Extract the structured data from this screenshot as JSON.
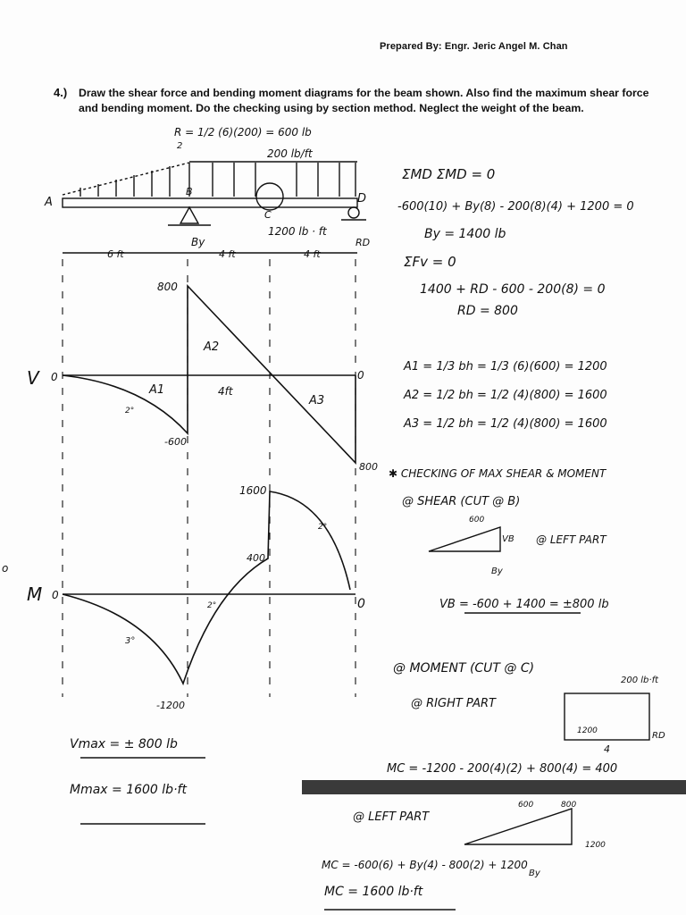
{
  "header": {
    "prepared_by": "Prepared By: Engr. Jeric Angel M. Chan"
  },
  "problem": {
    "number": "4.)",
    "text": "Draw the shear force and bending moment diagrams for the beam shown. Also find the maximum shear force and bending moment. Do the checking using by section method. Neglect the weight of the beam."
  },
  "beam": {
    "load": "200 lb/ft",
    "couple": "1200 lb · ft",
    "resultant_note": "R = 1/2 (6)(200) = 600 lb",
    "dim_6": "6 ft",
    "dim_4a": "4 ft",
    "dim_4b": "4 ft",
    "pt_a": "A",
    "pt_b": "B",
    "pt_c": "C",
    "pt_d": "D",
    "by": "By",
    "rd": "RD",
    "two": "2"
  },
  "shear_diagram": {
    "axis_label": "V",
    "zero": "0",
    "end_zero": "0",
    "v_800_top": "800",
    "v_neg600": "-600",
    "v_800_bot": "800",
    "area1": "A1",
    "area2": "A2",
    "area3": "A3",
    "dist": "4ft",
    "deg": "2°"
  },
  "moment_diagram": {
    "axis_label": "M",
    "zero": "0",
    "end_zero": "0",
    "m_1600": "1600",
    "m_400": "400",
    "m_neg1200": "-1200",
    "deg3": "3°",
    "deg2a": "2°",
    "deg2b": "2°"
  },
  "equations": [
    "ΣMD  ΣMD = 0",
    "-600(10) + By(8) - 200(8)(4) + 1200 = 0",
    "By = 1400 lb",
    "ΣFv = 0",
    "1400 + RD - 600 - 200(8) = 0",
    "RD = 800"
  ],
  "areas": [
    "A1 = 1/3 bh = 1/3 (6)(600) = 1200",
    "A2 = 1/2 bh = 1/2 (4)(800) = 1600",
    "A3 = 1/2 bh = 1/2 (4)(800) = 1600"
  ],
  "checking": {
    "title": "✱ CHECKING OF MAX SHEAR & MOMENT",
    "shear_at": "@ SHEAR (CUT @ B)",
    "left_part": "@ LEFT PART",
    "fbd_600": "600",
    "fbd_vb": "VB",
    "fbd_by": "By",
    "vb_eq": "VB = -600 + 1400 = ±800 lb",
    "moment_at": "@ MOMENT (CUT @ C)",
    "right_part": "@ RIGHT PART",
    "load_200": "200 lb·ft",
    "fbd_1200": "1200",
    "fbd_rd": "RD",
    "fbd_4": "4",
    "mc_eq": "MC = -1200 - 200(4)(2) + 800(4) = 400",
    "left_part2": "@ LEFT PART",
    "fbd2_600": "600",
    "fbd2_800": "800",
    "fbd2_1200": "1200",
    "fbd2_by": "By",
    "mc_left_eq": "MC = -600(6) + By(4) - 800(2) + 1200",
    "mc_result": "MC = 1600 lb·ft"
  },
  "maxima": {
    "vmax": "Vmax = ± 800 lb",
    "mmax": "Mmax = 1600 lb·ft"
  },
  "margin_mark": "o"
}
